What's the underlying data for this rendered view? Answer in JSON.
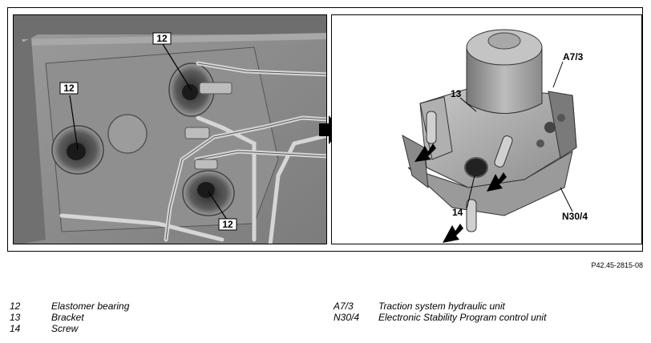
{
  "figure_id": "P42.45-2815-08",
  "left_callouts": [
    "12",
    "12",
    "12"
  ],
  "right_callouts": {
    "hydraulic_unit": "A7/3",
    "bracket": "13",
    "screw": "14",
    "control_unit": "N30/4"
  },
  "legend": [
    {
      "code": "12",
      "text": "Elastomer bearing"
    },
    {
      "code": "13",
      "text": "Bracket"
    },
    {
      "code": "14",
      "text": "Screw"
    },
    {
      "code": "A7/3",
      "text": "Traction system hydraulic unit"
    },
    {
      "code": "N30/4",
      "text": "Electronic Stability Program control unit"
    }
  ]
}
